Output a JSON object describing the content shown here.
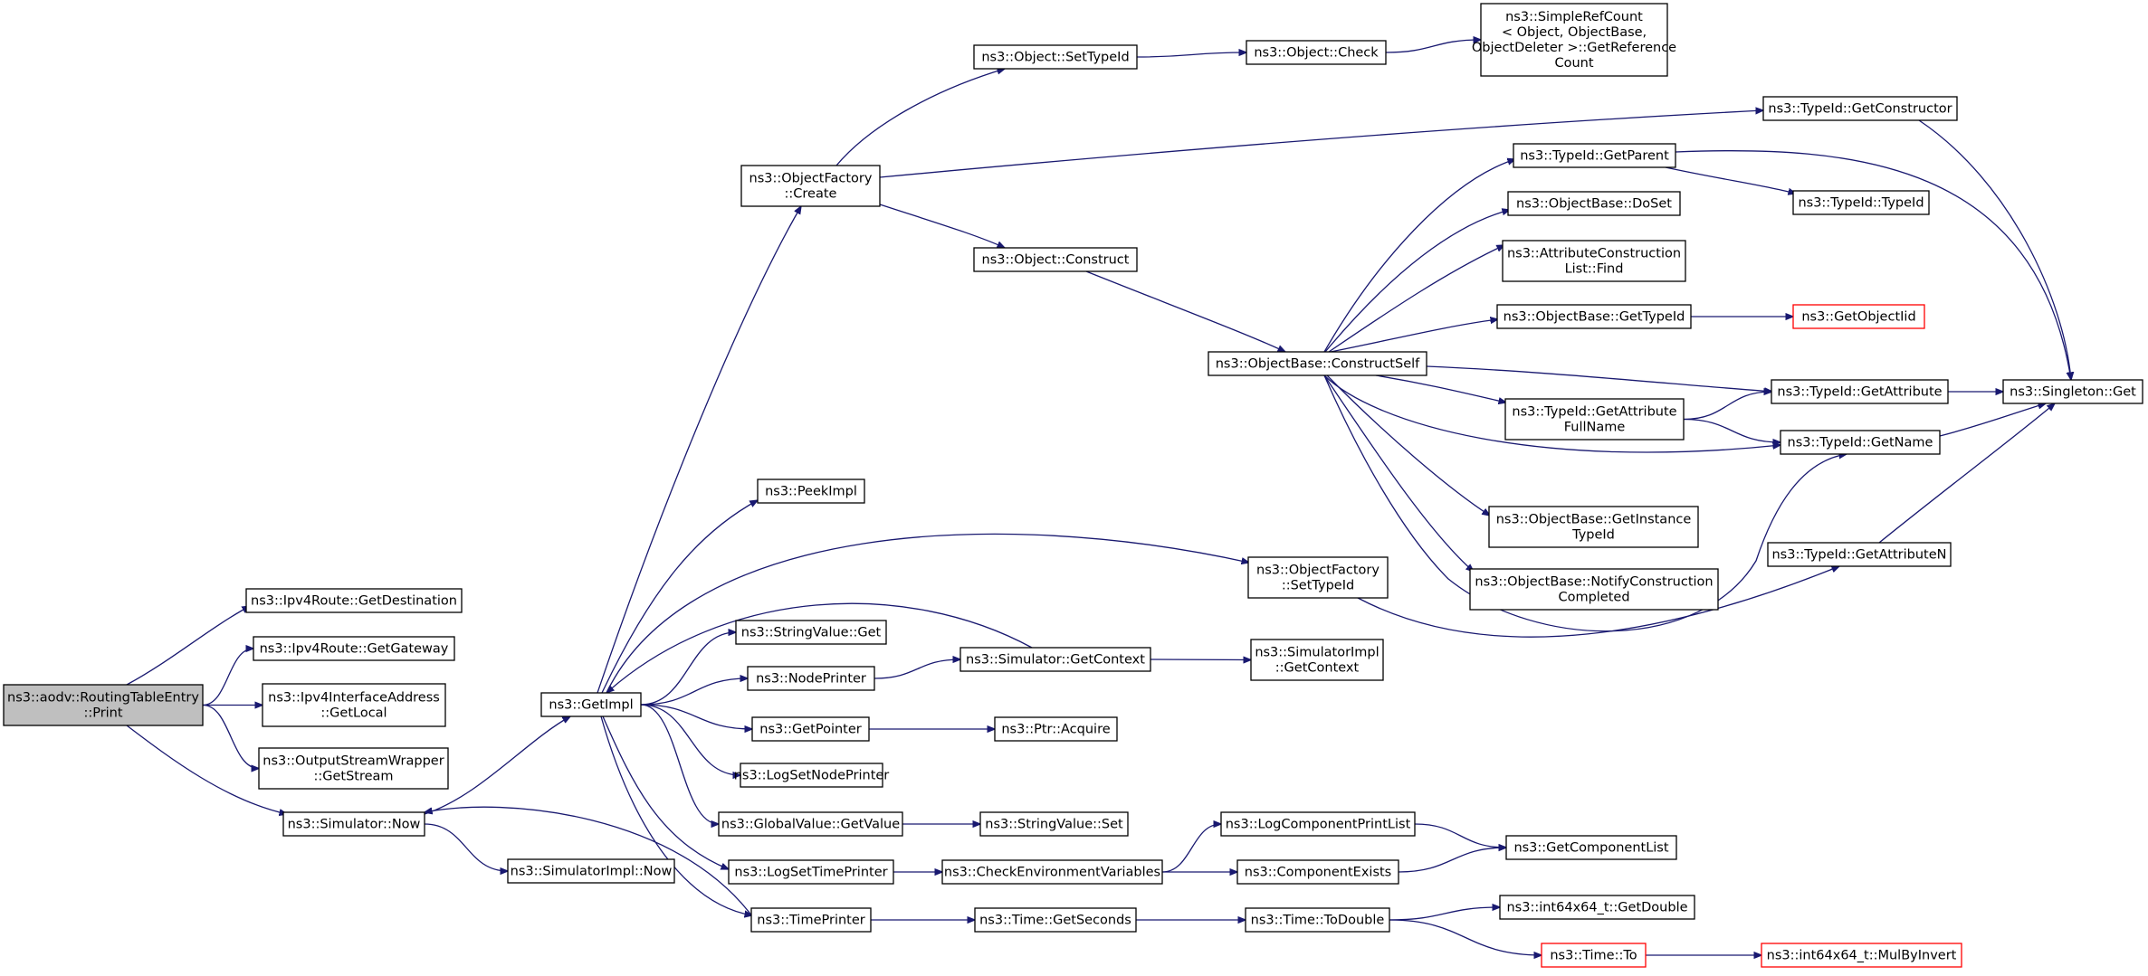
{
  "diagram": {
    "type": "call-graph",
    "colors": {
      "edge": "#191970",
      "root_fill": "#bfbfbf",
      "node_border": "#000000",
      "truncated_border": "#ff0000"
    },
    "nodes": [
      {
        "id": "root",
        "lines": [
          "ns3::aodv::RoutingTableEntry",
          "::Print"
        ],
        "style": "root"
      },
      {
        "id": "getdest",
        "lines": [
          "ns3::Ipv4Route::GetDestination"
        ]
      },
      {
        "id": "getgw",
        "lines": [
          "ns3::Ipv4Route::GetGateway"
        ]
      },
      {
        "id": "getlocal",
        "lines": [
          "ns3::Ipv4InterfaceAddress",
          "::GetLocal"
        ]
      },
      {
        "id": "getstream",
        "lines": [
          "ns3::OutputStreamWrapper",
          "::GetStream"
        ]
      },
      {
        "id": "simnow",
        "lines": [
          "ns3::Simulator::Now"
        ]
      },
      {
        "id": "simimplnow",
        "lines": [
          "ns3::SimulatorImpl::Now"
        ]
      },
      {
        "id": "getimpl",
        "lines": [
          "ns3::GetImpl"
        ]
      },
      {
        "id": "ofcreate",
        "lines": [
          "ns3::ObjectFactory",
          "::Create"
        ]
      },
      {
        "id": "peekimpl",
        "lines": [
          "ns3::PeekImpl"
        ]
      },
      {
        "id": "ofsettypeid",
        "lines": [
          "ns3::ObjectFactory",
          "::SetTypeId"
        ]
      },
      {
        "id": "svget",
        "lines": [
          "ns3::StringValue::Get"
        ]
      },
      {
        "id": "nodeprinter",
        "lines": [
          "ns3::NodePrinter"
        ]
      },
      {
        "id": "simgetctx",
        "lines": [
          "ns3::Simulator::GetContext"
        ]
      },
      {
        "id": "simimplgetctx",
        "lines": [
          "ns3::SimulatorImpl",
          "::GetContext"
        ]
      },
      {
        "id": "getpointer",
        "lines": [
          "ns3::GetPointer"
        ]
      },
      {
        "id": "ptracquire",
        "lines": [
          "ns3::Ptr::Acquire"
        ]
      },
      {
        "id": "logsetnodeprinter",
        "lines": [
          "ns3::LogSetNodePrinter"
        ]
      },
      {
        "id": "gvgetvalue",
        "lines": [
          "ns3::GlobalValue::GetValue"
        ]
      },
      {
        "id": "svset",
        "lines": [
          "ns3::StringValue::Set"
        ]
      },
      {
        "id": "logsettimeprinter",
        "lines": [
          "ns3::LogSetTimePrinter"
        ]
      },
      {
        "id": "checkenv",
        "lines": [
          "ns3::CheckEnvironmentVariables"
        ]
      },
      {
        "id": "timeprinter",
        "lines": [
          "ns3::TimePrinter"
        ]
      },
      {
        "id": "timegetseconds",
        "lines": [
          "ns3::Time::GetSeconds"
        ]
      },
      {
        "id": "timetodouble",
        "lines": [
          "ns3::Time::ToDouble"
        ]
      },
      {
        "id": "int64getdouble",
        "lines": [
          "ns3::int64x64_t::GetDouble"
        ]
      },
      {
        "id": "timeto",
        "lines": [
          "ns3::Time::To"
        ],
        "style": "truncated"
      },
      {
        "id": "mulbyinvert",
        "lines": [
          "ns3::int64x64_t::MulByInvert"
        ],
        "style": "truncated"
      },
      {
        "id": "logcompprintlist",
        "lines": [
          "ns3::LogComponentPrintList"
        ]
      },
      {
        "id": "compexists",
        "lines": [
          "ns3::ComponentExists"
        ]
      },
      {
        "id": "getcomplist",
        "lines": [
          "ns3::GetComponentList"
        ]
      },
      {
        "id": "objsettypeid",
        "lines": [
          "ns3::Object::SetTypeId"
        ]
      },
      {
        "id": "objcheck",
        "lines": [
          "ns3::Object::Check"
        ]
      },
      {
        "id": "simplerefcount",
        "lines": [
          "ns3::SimpleRefCount",
          "< Object, ObjectBase,",
          " ObjectDeleter >::GetReference",
          "Count"
        ]
      },
      {
        "id": "typeidgetctor",
        "lines": [
          "ns3::TypeId::GetConstructor"
        ]
      },
      {
        "id": "objconstruct",
        "lines": [
          "ns3::Object::Construct"
        ]
      },
      {
        "id": "obconstructself",
        "lines": [
          "ns3::ObjectBase::ConstructSelf"
        ]
      },
      {
        "id": "typeidgetparent",
        "lines": [
          "ns3::TypeId::GetParent"
        ]
      },
      {
        "id": "typeidtypeid",
        "lines": [
          "ns3::TypeId::TypeId"
        ]
      },
      {
        "id": "obdoset",
        "lines": [
          "ns3::ObjectBase::DoSet"
        ]
      },
      {
        "id": "acfind",
        "lines": [
          "ns3::AttributeConstruction",
          "List::Find"
        ]
      },
      {
        "id": "obgettypeid",
        "lines": [
          "ns3::ObjectBase::GetTypeId"
        ]
      },
      {
        "id": "getobjectiid",
        "lines": [
          "ns3::GetObjectIid"
        ],
        "style": "truncated"
      },
      {
        "id": "typeidgetattr",
        "lines": [
          "ns3::TypeId::GetAttribute"
        ]
      },
      {
        "id": "singletonget",
        "lines": [
          "ns3::Singleton::Get"
        ]
      },
      {
        "id": "typeidgetattrfull",
        "lines": [
          "ns3::TypeId::GetAttribute",
          "FullName"
        ]
      },
      {
        "id": "typeidgetname",
        "lines": [
          "ns3::TypeId::GetName"
        ]
      },
      {
        "id": "obgetinstancetypeid",
        "lines": [
          "ns3::ObjectBase::GetInstance",
          "TypeId"
        ]
      },
      {
        "id": "obnotifyconstruction",
        "lines": [
          "ns3::ObjectBase::NotifyConstruction",
          "Completed"
        ]
      },
      {
        "id": "typeidgetattrn",
        "lines": [
          "ns3::TypeId::GetAttributeN"
        ]
      }
    ],
    "edges": [
      [
        "root",
        "getdest"
      ],
      [
        "root",
        "getgw"
      ],
      [
        "root",
        "getlocal"
      ],
      [
        "root",
        "getstream"
      ],
      [
        "root",
        "simnow"
      ],
      [
        "simnow",
        "simimplnow"
      ],
      [
        "simnow",
        "getimpl"
      ],
      [
        "getimpl",
        "ofcreate"
      ],
      [
        "getimpl",
        "peekimpl"
      ],
      [
        "getimpl",
        "ofsettypeid"
      ],
      [
        "getimpl",
        "svget"
      ],
      [
        "getimpl",
        "nodeprinter"
      ],
      [
        "getimpl",
        "getpointer"
      ],
      [
        "getimpl",
        "logsetnodeprinter"
      ],
      [
        "getimpl",
        "gvgetvalue"
      ],
      [
        "getimpl",
        "logsettimeprinter"
      ],
      [
        "getimpl",
        "timeprinter"
      ],
      [
        "simgetctx",
        "getimpl"
      ],
      [
        "timeprinter",
        "simnow"
      ],
      [
        "nodeprinter",
        "simgetctx"
      ],
      [
        "simgetctx",
        "simimplgetctx"
      ],
      [
        "getpointer",
        "ptracquire"
      ],
      [
        "gvgetvalue",
        "svset"
      ],
      [
        "logsettimeprinter",
        "checkenv"
      ],
      [
        "checkenv",
        "logcompprintlist"
      ],
      [
        "checkenv",
        "compexists"
      ],
      [
        "logcompprintlist",
        "getcomplist"
      ],
      [
        "compexists",
        "getcomplist"
      ],
      [
        "timeprinter",
        "timegetseconds"
      ],
      [
        "timegetseconds",
        "timetodouble"
      ],
      [
        "timetodouble",
        "int64getdouble"
      ],
      [
        "timetodouble",
        "timeto"
      ],
      [
        "timeto",
        "mulbyinvert"
      ],
      [
        "ofcreate",
        "objsettypeid"
      ],
      [
        "ofcreate",
        "typeidgetctor"
      ],
      [
        "ofcreate",
        "objconstruct"
      ],
      [
        "objsettypeid",
        "objcheck"
      ],
      [
        "objcheck",
        "simplerefcount"
      ],
      [
        "objconstruct",
        "obconstructself"
      ],
      [
        "ofsettypeid",
        "typeidgetattrn"
      ],
      [
        "obconstructself",
        "typeidgetparent"
      ],
      [
        "obconstructself",
        "obdoset"
      ],
      [
        "obconstructself",
        "acfind"
      ],
      [
        "obconstructself",
        "obgettypeid"
      ],
      [
        "obconstructself",
        "typeidgetattr"
      ],
      [
        "obconstructself",
        "typeidgetattrfull"
      ],
      [
        "obconstructself",
        "typeidgetname"
      ],
      [
        "obconstructself",
        "obgetinstancetypeid"
      ],
      [
        "obconstructself",
        "obnotifyconstruction"
      ],
      [
        "obconstructself",
        "typeidgetname"
      ],
      [
        "typeidgetparent",
        "typeidtypeid"
      ],
      [
        "typeidgetparent",
        "singletonget"
      ],
      [
        "obgettypeid",
        "getobjectiid"
      ],
      [
        "typeidgetattr",
        "singletonget"
      ],
      [
        "typeidgetattrfull",
        "typeidgetattr"
      ],
      [
        "typeidgetattrfull",
        "typeidgetname"
      ],
      [
        "typeidgetname",
        "singletonget"
      ],
      [
        "typeidgetattrn",
        "singletonget"
      ],
      [
        "typeidgetctor",
        "singletonget"
      ]
    ]
  }
}
